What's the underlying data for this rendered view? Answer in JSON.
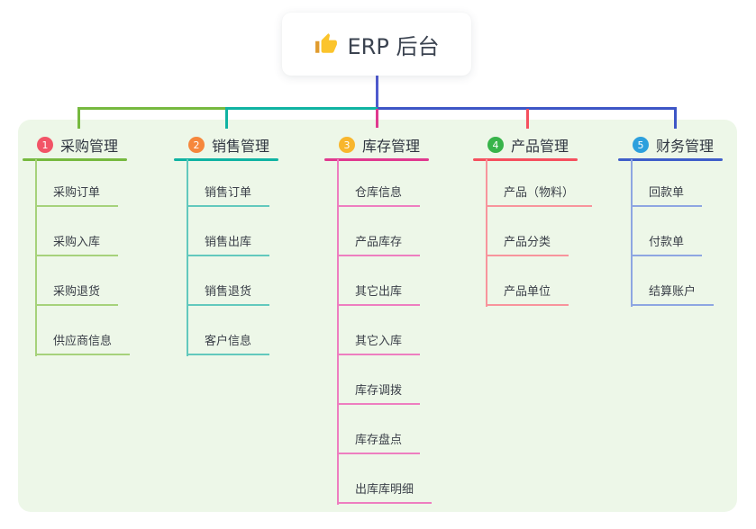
{
  "root": {
    "label": "ERP 后台",
    "icon": "thumbs-up-icon"
  },
  "colors": {
    "panel_bg": "#edf7e8",
    "root_connector": "#4f5ace",
    "branch_lines": [
      "#76b93f",
      "#10b3a2",
      "#e0398f",
      "#f5505e",
      "#3f5ec9"
    ],
    "badges": [
      "#f25467",
      "#f6873c",
      "#f8b62d",
      "#38b44a",
      "#2da0dd"
    ]
  },
  "branches": [
    {
      "number": "1",
      "label": "采购管理",
      "children": [
        "采购订单",
        "采购入库",
        "采购退货",
        "供应商信息"
      ]
    },
    {
      "number": "2",
      "label": "销售管理",
      "children": [
        "销售订单",
        "销售出库",
        "销售退货",
        "客户信息"
      ]
    },
    {
      "number": "3",
      "label": "库存管理",
      "children": [
        "仓库信息",
        "产品库存",
        "其它出库",
        "其它入库",
        "库存调拨",
        "库存盘点",
        "出库库明细"
      ]
    },
    {
      "number": "4",
      "label": "产品管理",
      "children": [
        "产品（物料）",
        "产品分类",
        "产品单位"
      ]
    },
    {
      "number": "5",
      "label": "财务管理",
      "children": [
        "回款单",
        "付款单",
        "结算账户"
      ]
    }
  ]
}
